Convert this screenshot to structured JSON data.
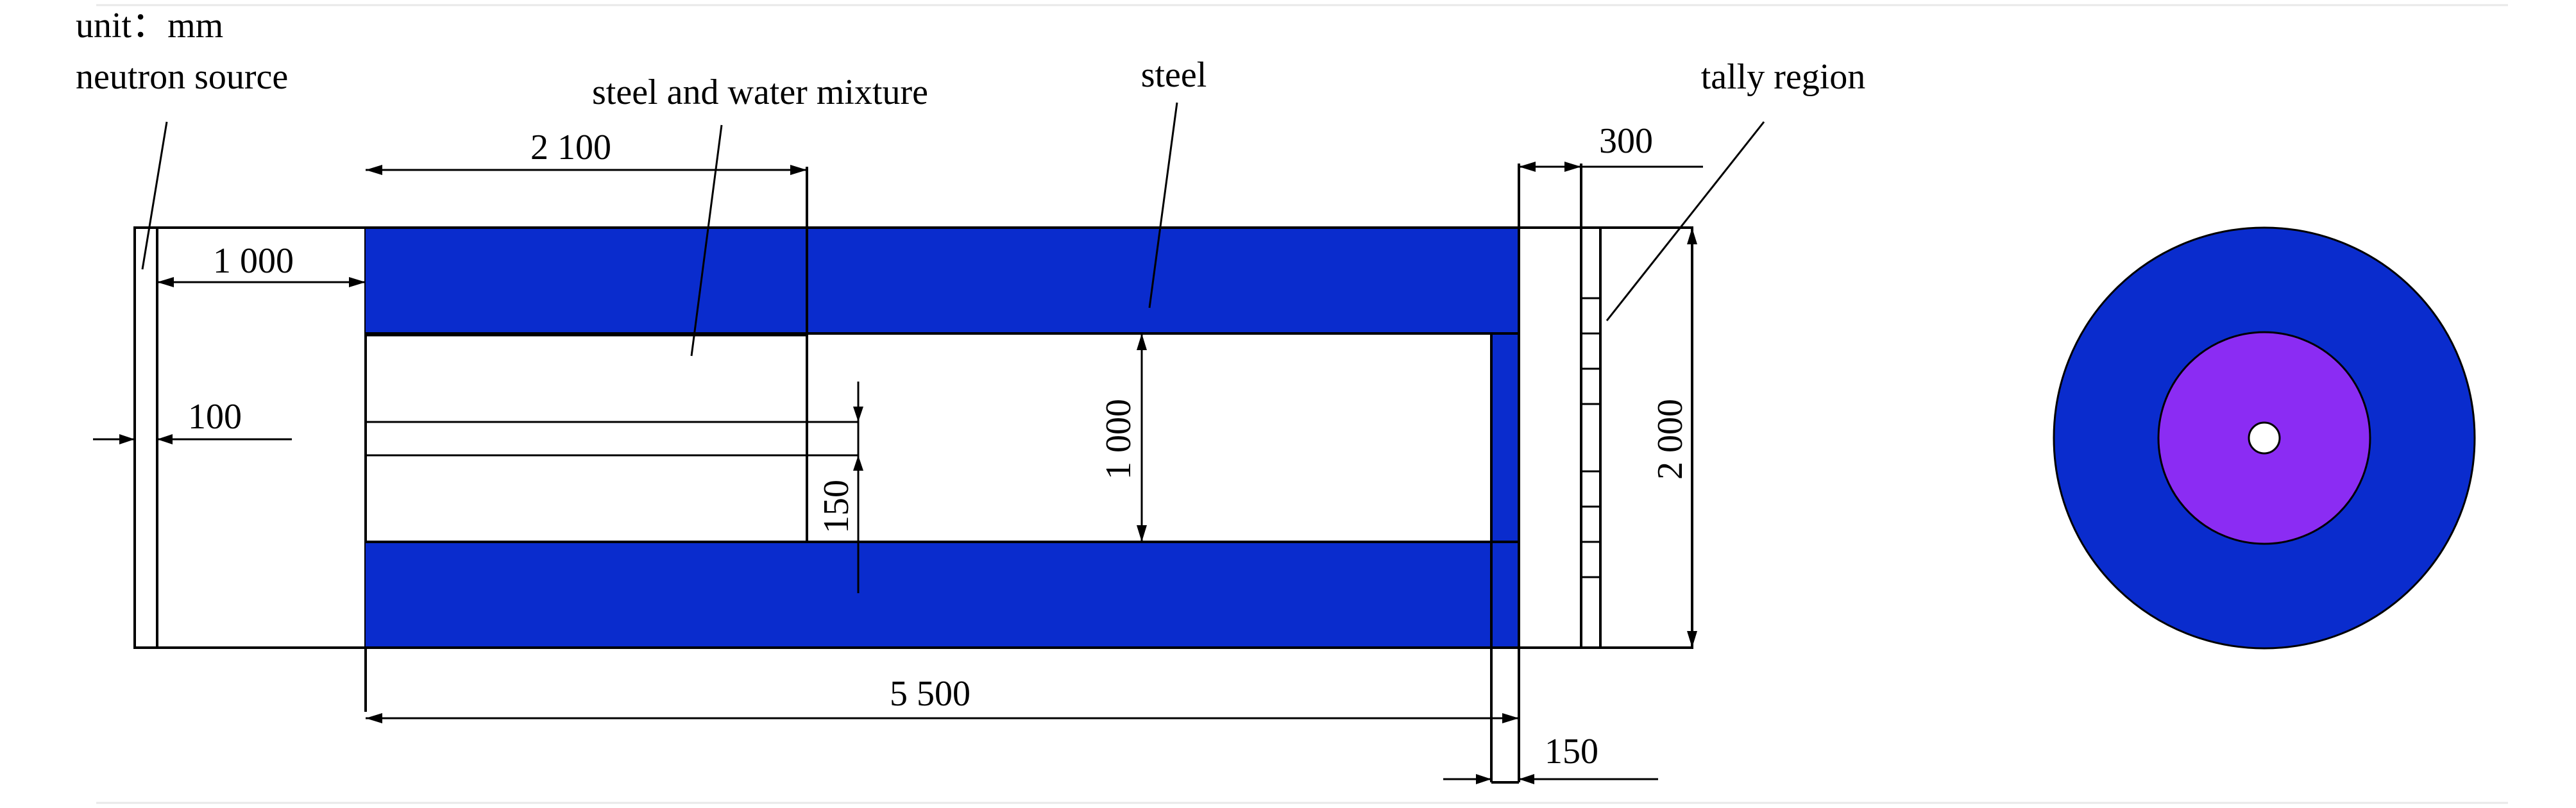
{
  "labels": {
    "unit": "unit：mm",
    "neutron_source": "neutron source",
    "steel_water": "steel and water mixture",
    "steel": "steel",
    "tally_region": "tally region"
  },
  "dimensions": {
    "d2100": "2 100",
    "d1000_top": "1 000",
    "d100": "100",
    "d150_vertical": "150",
    "d1000_vertical": "1 000",
    "d300": "300",
    "d2000": "2 000",
    "d5500": "5 500",
    "d150_bottom": "150"
  },
  "colors": {
    "steel": "#0a2ccd",
    "mixture": "#8b2cf3",
    "outline": "#000000",
    "background": "#ffffff"
  }
}
